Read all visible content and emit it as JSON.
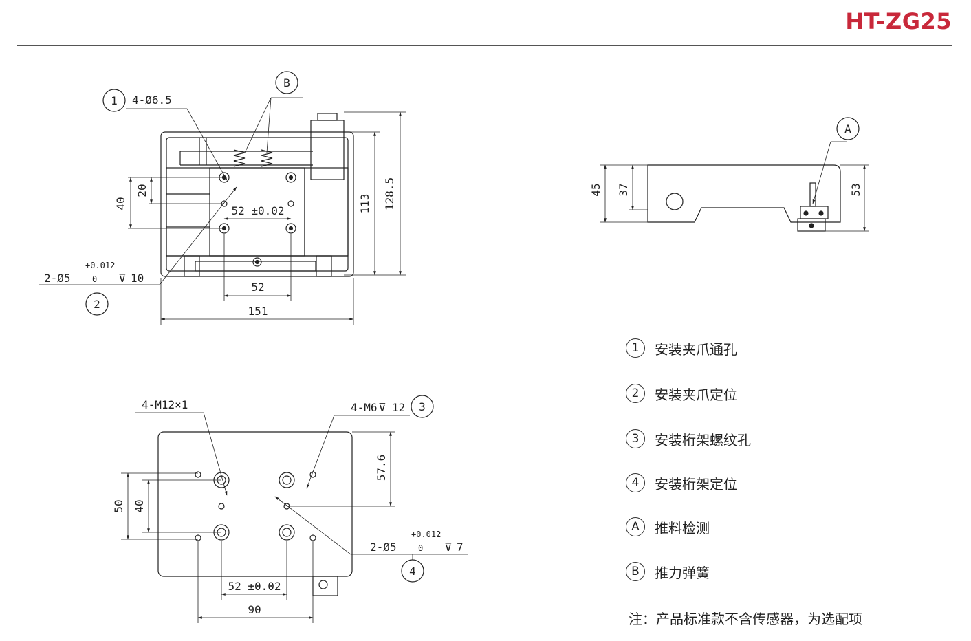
{
  "header": {
    "title": "HT-ZG25"
  },
  "top_view": {
    "callout_1": "1",
    "callout_b": "B",
    "callout_2": "2",
    "hole_label": "4-Ø6.5",
    "pin_label": "2-Ø5",
    "pin_tol_upper": "+0.012",
    "pin_tol_lower": "0",
    "pin_depth": "10",
    "dim_20": "20",
    "dim_40": "40",
    "dim_52_tol": "52 ±0.02",
    "dim_52": "52",
    "dim_151": "151",
    "dim_113": "113",
    "dim_128_5": "128.5"
  },
  "side_view": {
    "callout_a": "A",
    "dim_45": "45",
    "dim_37": "37",
    "dim_53": "53"
  },
  "bottom_view": {
    "thread_label": "4-M12×1",
    "m6_label": "4-M6",
    "m6_depth": "12",
    "callout_3": "3",
    "callout_4": "4",
    "pin_label": "2-Ø5",
    "pin_tol_upper": "+0.012",
    "pin_tol_lower": "0",
    "pin_depth": "7",
    "dim_57_6": "57.6",
    "dim_50": "50",
    "dim_40": "40",
    "dim_52_tol": "52 ±0.02",
    "dim_90": "90"
  },
  "legend": [
    {
      "badge": "1",
      "text": "安装夹爪通孔"
    },
    {
      "badge": "2",
      "text": "安装夹爪定位"
    },
    {
      "badge": "3",
      "text": "安装桁架螺纹孔"
    },
    {
      "badge": "4",
      "text": "安装桁架定位"
    },
    {
      "badge": "A",
      "text": "推料检测"
    },
    {
      "badge": "B",
      "text": "推力弹簧"
    }
  ],
  "note": "注：产品标准款不含传感器，为选配项"
}
